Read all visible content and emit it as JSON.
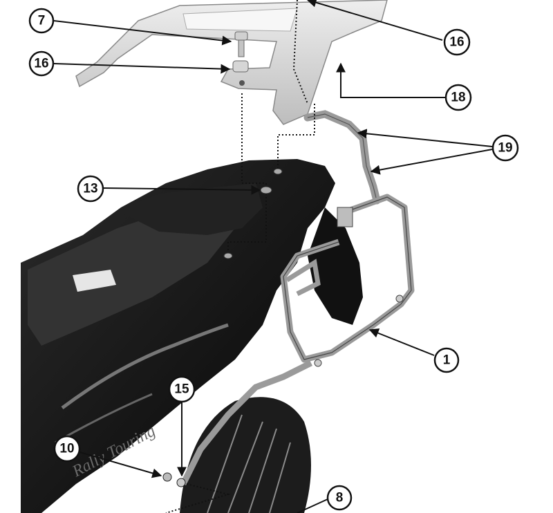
{
  "diagram": {
    "callouts": [
      {
        "id": "c7",
        "label": "7"
      },
      {
        "id": "c16a",
        "label": "16"
      },
      {
        "id": "c16b",
        "label": "16"
      },
      {
        "id": "c18",
        "label": "18"
      },
      {
        "id": "c19",
        "label": "19"
      },
      {
        "id": "c13",
        "label": "13"
      },
      {
        "id": "c1",
        "label": "1"
      },
      {
        "id": "c15",
        "label": "15"
      },
      {
        "id": "c10",
        "label": "10"
      },
      {
        "id": "c8",
        "label": "8"
      }
    ],
    "colors": {
      "background": "#ffffff",
      "line": "#111111",
      "rack": "#d9d9d9",
      "motorcycle": "#1a1a1a",
      "frame": "#8a8a8a"
    }
  }
}
